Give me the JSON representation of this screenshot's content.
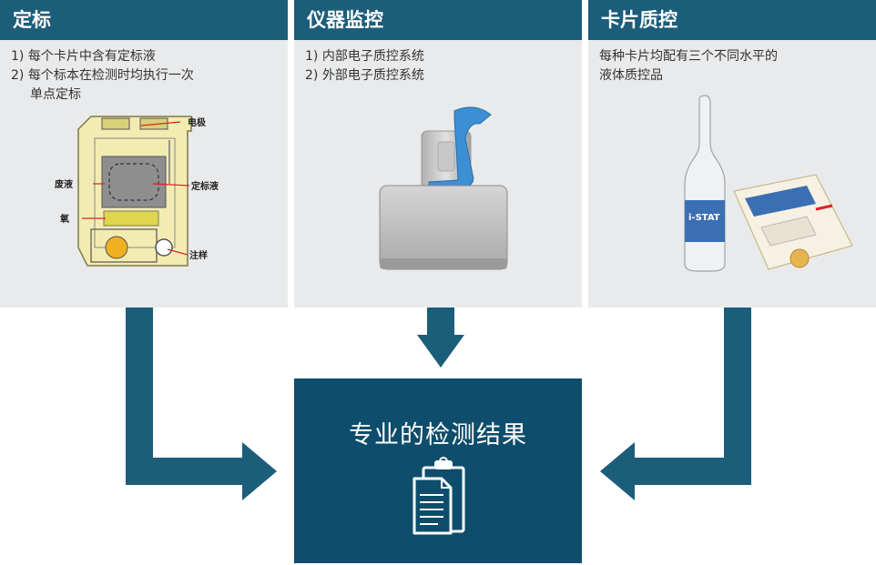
{
  "panels": [
    {
      "title": "定标",
      "lines": [
        "1) 每个卡片中含有定标液",
        "2) 每个标本在检测时均执行一次",
        "单点定标"
      ],
      "diagram_labels": {
        "electrode": "电极",
        "waste": "废液",
        "calibrant": "定标液",
        "air": "氧",
        "sample": "注样"
      }
    },
    {
      "title": "仪器监控",
      "lines": [
        "1) 内部电子质控系统",
        "2) 外部电子质控系统"
      ]
    },
    {
      "title": "卡片质控",
      "lines": [
        "每种卡片均配有三个不同水平的",
        "液体质控品"
      ],
      "vial_label": "i-STAT"
    }
  ],
  "result": {
    "title": "专业的检测结果",
    "icon": "clipboard-document-icon"
  },
  "colors": {
    "header": "#1c5d7a",
    "result_bg": "#0e4d6b",
    "panel_bg": "#e9eaeb"
  }
}
